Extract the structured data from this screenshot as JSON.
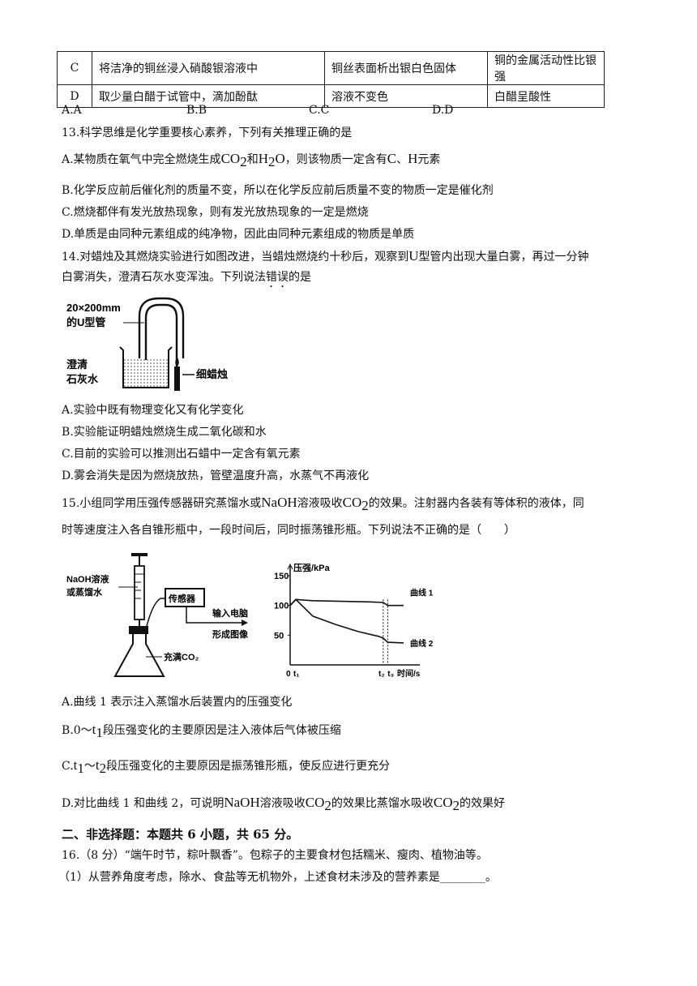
{
  "table": {
    "rows": [
      {
        "opt": "C",
        "op": "将洁净的铜丝浸入硝酸银溶液中",
        "phen": "铜丝表面析出银白色固体",
        "concl": "铜的金属活动性比银强"
      },
      {
        "opt": "D",
        "op": "取少量白醋于试管中，滴加酚酞",
        "phen": "溶液不变色",
        "concl": "白醋呈酸性"
      }
    ]
  },
  "q12_choices": [
    "A.A",
    "B.B",
    "C.C",
    "D.D"
  ],
  "q13": {
    "stem": "13.科学思维是化学重要核心素养，下列有关推理正确的是",
    "a_pre": "A.某物质在氧气中完全燃烧生成",
    "a_co2": "CO",
    "a_and": "和",
    "a_h2o_h": "H",
    "a_h2o_o": "O",
    "a_mid": "，则该物质一定含有",
    "a_c": "C",
    "a_sep": "、",
    "a_h": "H",
    "a_end": "元素",
    "b": "B.化学反应前后催化剂的质量不变，所以在化学反应前后质量不变的物质一定是催化剂",
    "c": "C.燃烧都伴有发光放热现象，则有发光放热现象的一定是燃烧",
    "d": "D.单质是由同种元素组成的纯净物，因此由同种元素组成的物质是单质"
  },
  "q14": {
    "line1_pre": "14.对蜡烛及其燃烧实验进行如图改进，当蜡烛燃烧约十秒后，观察到",
    "line1_u": "U",
    "line1_post": "型管内出现大量白雾，再过一分钟",
    "line2_pre": "白雾消失，澄清石灰水变浑浊。下列说法",
    "line2_emph": "错误",
    "line2_post": "的是",
    "fig_label1": "20×200mm",
    "fig_label2": "的U型管",
    "fig_label3": "澄清",
    "fig_label4": "石灰水",
    "fig_label5": "细蜡烛",
    "a": "A.实验中既有物理变化又有化学变化",
    "b": "B.实验能证明蜡烛燃烧生成二氧化碳和水",
    "c": "C.目前的实验可以推测出石蜡中一定含有氧元素",
    "d": "D.雾会消失是因为燃烧放热，管壁温度升高，水蒸气不再液化"
  },
  "q15": {
    "line1_pre": "15.小组同学用压强传感器研究蒸馏水或",
    "line1_naoh": "NaOH",
    "line1_mid": "溶液吸收",
    "line1_co2": "CO",
    "line1_post": "的效果。注射器内各装有等体积的液体，同",
    "line2": "时等速度注入各自锥形瓶中，一段时间后，同时振荡锥形瓶。下列说法不正确的是（　　）",
    "fig": {
      "syringe_label1": "NaOH溶液",
      "syringe_label2": "或蒸馏水",
      "sensor": "传感器",
      "output1": "输入电脑",
      "output2": "形成图像",
      "flask": "充满CO₂"
    },
    "a": "A.曲线 1 表示注入蒸馏水后装置内的压强变化",
    "b_pre": "B.0～",
    "b_t": "t",
    "b_sub": "1",
    "b_post": "段压强变化的主要原因是注入液体后气体被压缩",
    "c_pre": "C.",
    "c_t1": "t",
    "c_s1": "1",
    "c_mid": "～",
    "c_t2": "t",
    "c_s2": "2",
    "c_post": "段压强变化的主要原因是振荡锥形瓶，使反应进行更充分",
    "d_pre": "D.对比曲线 1 和曲线 2，可说明",
    "d_naoh": "NaOH",
    "d_mid": "溶液吸收",
    "d_co2a": "CO",
    "d_mid2": "的效果比蒸馏水吸收",
    "d_co2b": "CO",
    "d_post": "的效果好",
    "sub2": "2"
  },
  "chart_data": {
    "type": "line",
    "ylabel": "压强/kPa",
    "xlabel": "时间/s",
    "y_ticks": [
      "150",
      "100",
      "50"
    ],
    "x_ticks": [
      "0",
      "t₁",
      "t₂",
      "t₃"
    ],
    "ylim": [
      0,
      150
    ],
    "series": [
      {
        "name": "曲线 1",
        "points": [
          [
            0,
            100
          ],
          [
            0.25,
            110
          ],
          [
            1,
            108
          ],
          [
            3.5,
            106
          ],
          [
            4.1,
            105
          ],
          [
            4.3,
            100
          ],
          [
            5,
            100
          ]
        ]
      },
      {
        "name": "曲线 2",
        "points": [
          [
            0,
            100
          ],
          [
            0.25,
            110
          ],
          [
            1,
            82
          ],
          [
            2,
            68
          ],
          [
            3,
            56
          ],
          [
            3.9,
            48
          ],
          [
            4.1,
            45
          ],
          [
            4.3,
            38
          ],
          [
            5,
            37
          ]
        ]
      }
    ]
  },
  "section2": {
    "title": "二、非选择题：本题共 6 小题，共 65 分。",
    "q16": "16.（8 分）“端午时节，粽叶飘香”。包粽子的主要食材包括糯米、瘦肉、植物油等。",
    "q16_1": "（1）从营养角度考虑，除水、食盐等无机物外，上述食材未涉及的营养素是________。"
  }
}
